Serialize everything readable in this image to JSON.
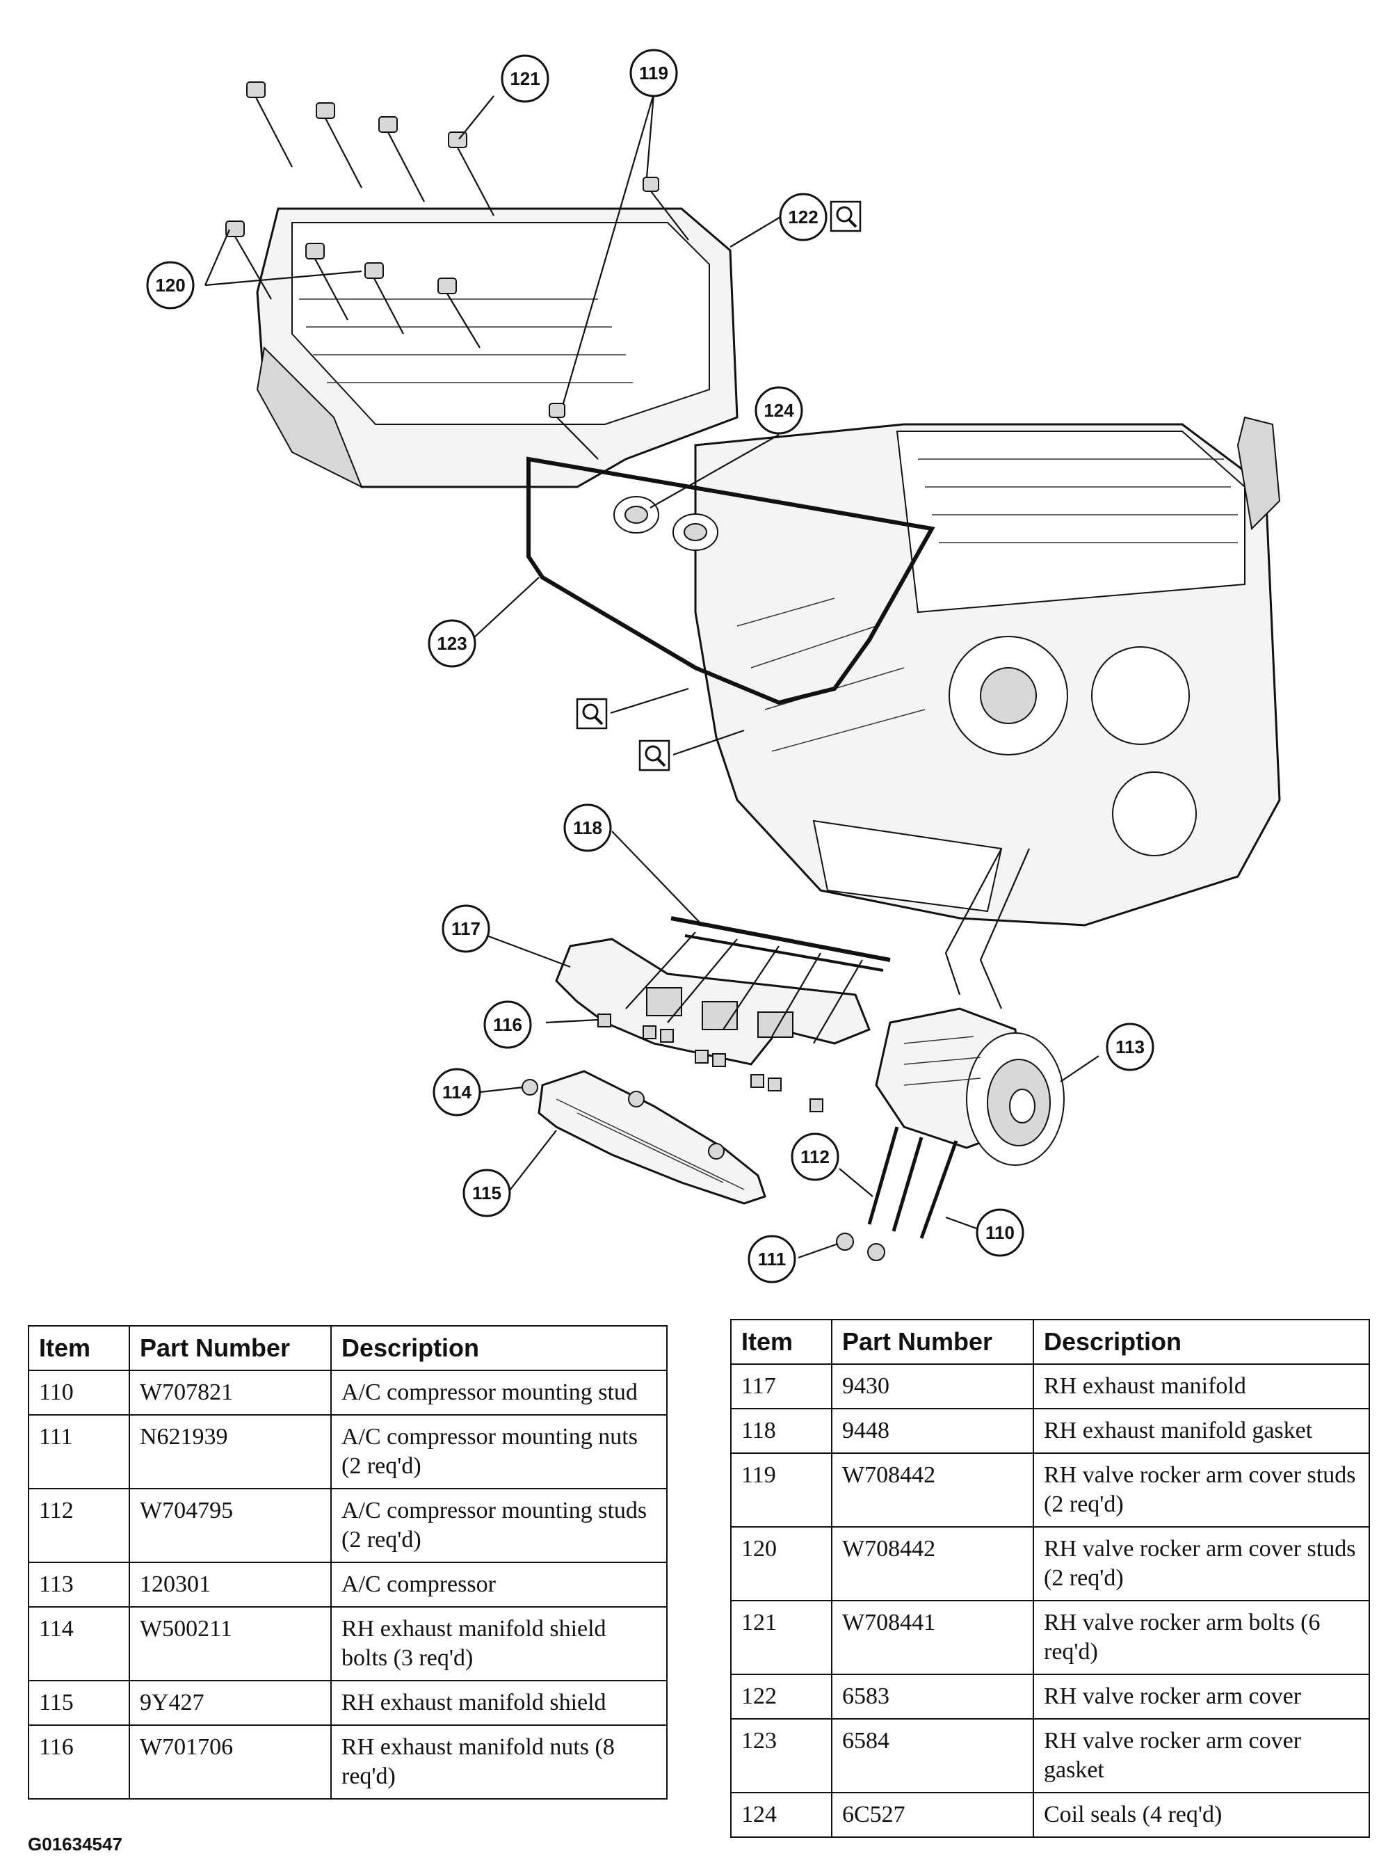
{
  "callouts": [
    {
      "id": "c110",
      "label": "110"
    },
    {
      "id": "c111",
      "label": "111"
    },
    {
      "id": "c112",
      "label": "112"
    },
    {
      "id": "c113",
      "label": "113"
    },
    {
      "id": "c114",
      "label": "114"
    },
    {
      "id": "c115",
      "label": "115"
    },
    {
      "id": "c116",
      "label": "116"
    },
    {
      "id": "c117",
      "label": "117"
    },
    {
      "id": "c118",
      "label": "118"
    },
    {
      "id": "c119",
      "label": "119"
    },
    {
      "id": "c120",
      "label": "120"
    },
    {
      "id": "c121",
      "label": "121"
    },
    {
      "id": "c122",
      "label": "122"
    },
    {
      "id": "c123",
      "label": "123"
    },
    {
      "id": "c124",
      "label": "124"
    }
  ],
  "zoom_icons": [
    "magnifier-icon",
    "magnifier-icon",
    "magnifier-icon"
  ],
  "tables": {
    "headers": {
      "item": "Item",
      "part_number": "Part Number",
      "description": "Description"
    },
    "left": [
      {
        "item": "110",
        "part_number": "W707821",
        "description": "A/C compressor mounting stud"
      },
      {
        "item": "111",
        "part_number": "N621939",
        "description": "A/C compressor mounting nuts (2 req'd)"
      },
      {
        "item": "112",
        "part_number": "W704795",
        "description": "A/C compressor mounting studs (2 req'd)"
      },
      {
        "item": "113",
        "part_number": "120301",
        "description": "A/C compressor"
      },
      {
        "item": "114",
        "part_number": "W500211",
        "description": "RH exhaust manifold shield bolts (3 req'd)"
      },
      {
        "item": "115",
        "part_number": "9Y427",
        "description": "RH exhaust manifold shield"
      },
      {
        "item": "116",
        "part_number": "W701706",
        "description": "RH exhaust manifold nuts (8 req'd)"
      }
    ],
    "right": [
      {
        "item": "117",
        "part_number": "9430",
        "description": "RH exhaust manifold"
      },
      {
        "item": "118",
        "part_number": "9448",
        "description": "RH exhaust manifold gasket"
      },
      {
        "item": "119",
        "part_number": "W708442",
        "description": "RH valve rocker arm cover studs (2 req'd)"
      },
      {
        "item": "120",
        "part_number": "W708442",
        "description": "RH valve rocker arm cover studs (2 req'd)"
      },
      {
        "item": "121",
        "part_number": "W708441",
        "description": "RH valve rocker arm bolts (6 req'd)"
      },
      {
        "item": "122",
        "part_number": "6583",
        "description": "RH valve rocker arm cover"
      },
      {
        "item": "123",
        "part_number": "6584",
        "description": "RH valve rocker arm cover gasket"
      },
      {
        "item": "124",
        "part_number": "6C527",
        "description": "Coil seals (4 req'd)"
      }
    ]
  },
  "figure_id": "G01634547"
}
